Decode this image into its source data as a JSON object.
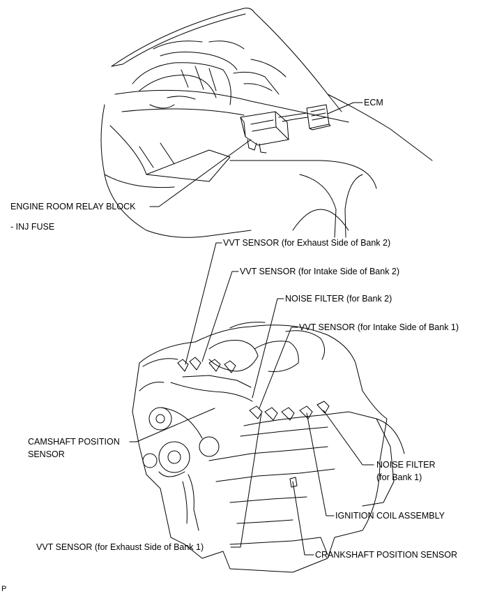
{
  "labels": {
    "ecm": "ECM",
    "relay_block": "ENGINE ROOM RELAY BLOCK",
    "inj_fuse": "- INJ FUSE",
    "vvt_exhaust_b2": "VVT SENSOR (for Exhaust Side of Bank 2)",
    "vvt_intake_b2": "VVT SENSOR (for Intake Side of Bank 2)",
    "noise_filter_b2": "NOISE FILTER (for Bank 2)",
    "vvt_intake_b1": "VVT SENSOR (for Intake Side of Bank 1)",
    "camshaft_line1": "CAMSHAFT POSITION",
    "camshaft_line2": "SENSOR",
    "noise_filter_b1_line1": "NOISE FILTER",
    "noise_filter_b1_line2": "(for Bank 1)",
    "ignition_coil": "IGNITION COIL ASSEMBLY",
    "vvt_exhaust_b1": "VVT SENSOR (for Exhaust Side of Bank 1)",
    "crankshaft": "CRANKSHAFT POSITION SENSOR"
  },
  "corner_mark": "P"
}
